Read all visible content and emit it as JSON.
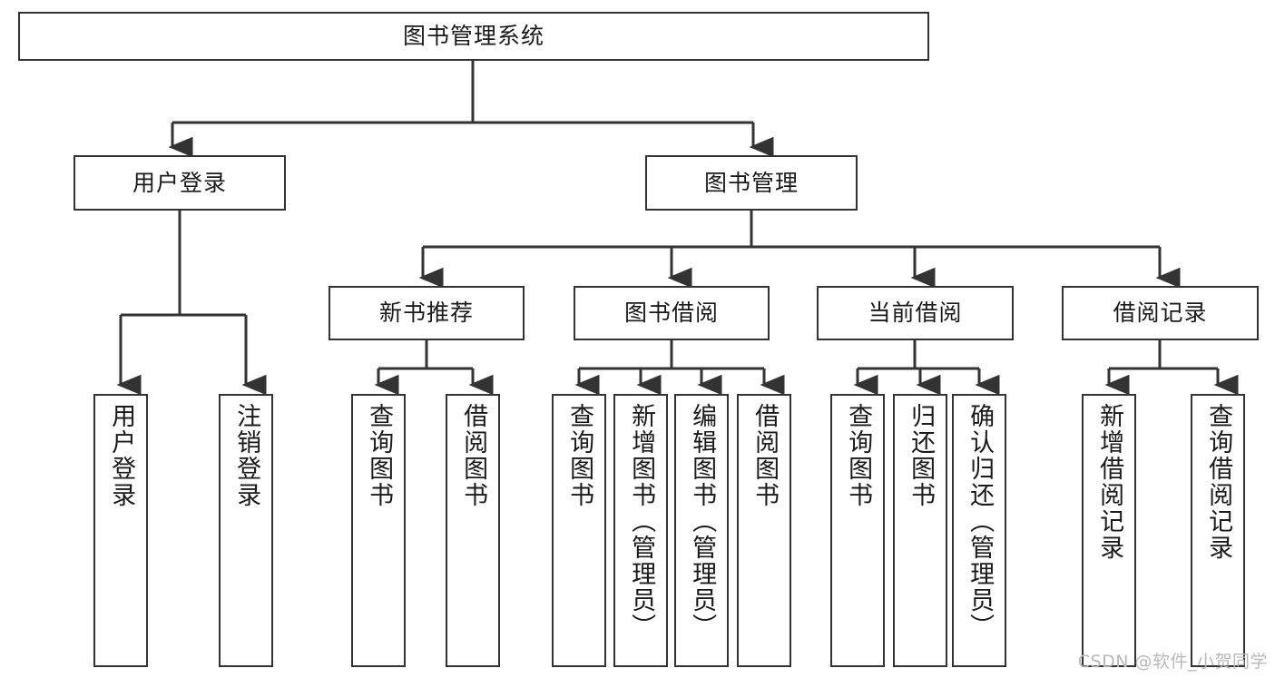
{
  "diagram": {
    "title": "图书管理系统",
    "watermark": "CSDN @软件_小贺同学",
    "colors": {
      "stroke": "#333333",
      "fill": "#ffffff",
      "text": "#1a1a1a",
      "watermark": "#b9b9b9"
    },
    "root": {
      "label": "图书管理系统"
    },
    "level2": [
      {
        "label": "用户登录"
      },
      {
        "label": "图书管理"
      }
    ],
    "level3": [
      {
        "label": "新书推荐"
      },
      {
        "label": "图书借阅"
      },
      {
        "label": "当前借阅"
      },
      {
        "label": "借阅记录"
      }
    ],
    "leaves": {
      "user_login": [
        {
          "label": "用户登录"
        },
        {
          "label": "注销登录"
        }
      ],
      "new_book": [
        {
          "label": "查询图书"
        },
        {
          "label": "借阅图书"
        }
      ],
      "borrow_book": [
        {
          "label": "查询图书"
        },
        {
          "label": "新增图书（管理员）"
        },
        {
          "label": "编辑图书（管理员）"
        },
        {
          "label": "借阅图书"
        }
      ],
      "current_borrow": [
        {
          "label": "查询图书"
        },
        {
          "label": "归还图书"
        },
        {
          "label": "确认归还（管理员）"
        }
      ],
      "borrow_record": [
        {
          "label": "新增借阅记录"
        },
        {
          "label": "查询借阅记录"
        }
      ]
    }
  }
}
